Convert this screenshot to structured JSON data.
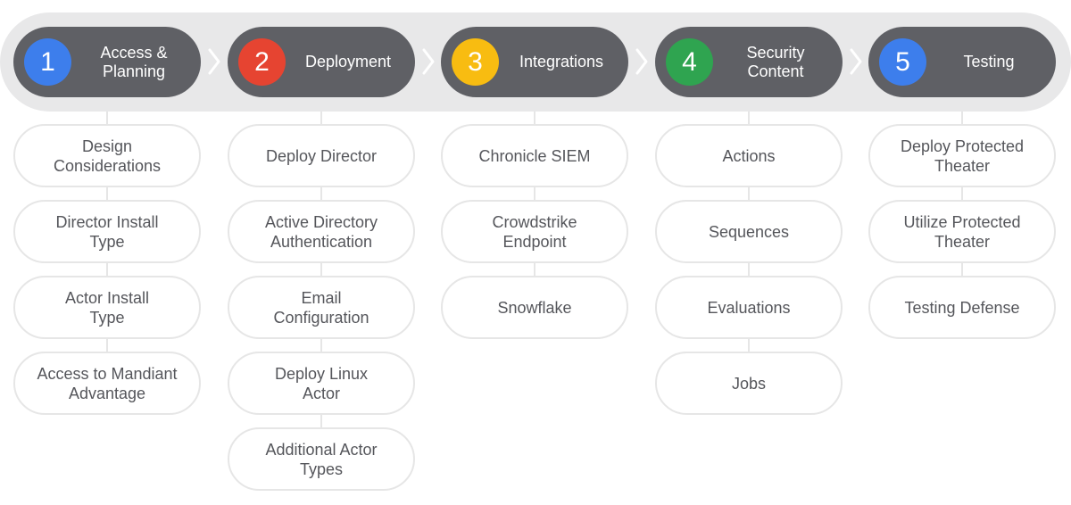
{
  "colors": {
    "badge_1": "#3d7eec",
    "badge_2": "#e64431",
    "badge_3": "#f8bc11",
    "badge_4": "#2fa450",
    "badge_5": "#3d7eec",
    "phase_fill": "#5f6065",
    "band_fill": "#e8e8e9",
    "step_border": "#e6e6e6",
    "step_text": "#55565b"
  },
  "phases": [
    {
      "number": "1",
      "label": "Access &\nPlanning",
      "steps": [
        "Design\nConsiderations",
        "Director Install\nType",
        "Actor Install\nType",
        "Access to Mandiant\nAdvantage"
      ]
    },
    {
      "number": "2",
      "label": "Deployment",
      "steps": [
        "Deploy Director",
        "Active Directory\nAuthentication",
        "Email\nConfiguration",
        "Deploy Linux\nActor",
        "Additional Actor\nTypes"
      ]
    },
    {
      "number": "3",
      "label": "Integrations",
      "steps": [
        "Chronicle SIEM",
        "Crowdstrike\nEndpoint",
        "Snowflake"
      ]
    },
    {
      "number": "4",
      "label": "Security\nContent",
      "steps": [
        "Actions",
        "Sequences",
        "Evaluations",
        "Jobs"
      ]
    },
    {
      "number": "5",
      "label": "Testing",
      "steps": [
        "Deploy Protected\nTheater",
        "Utilize Protected\nTheater",
        "Testing Defense"
      ]
    }
  ]
}
